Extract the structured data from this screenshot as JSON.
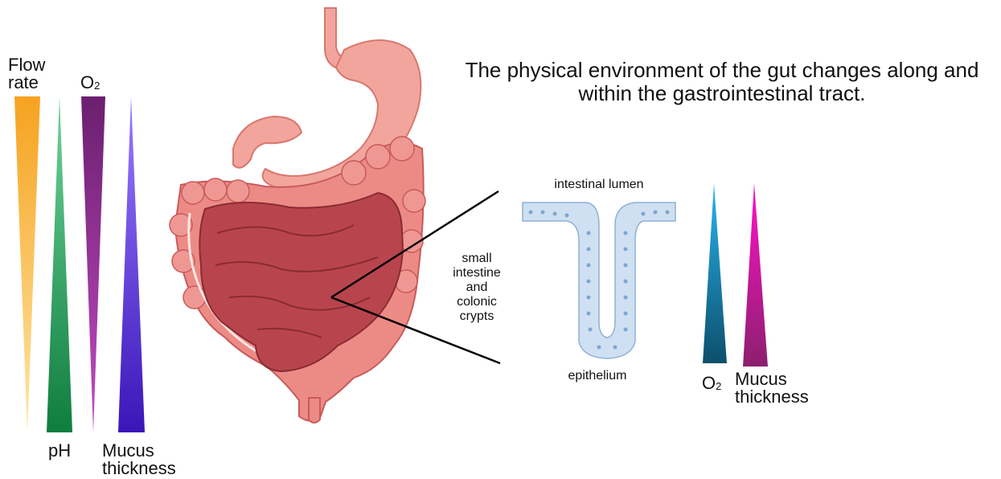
{
  "title": "The physical environment of the gut changes along and within the gastrointestinal tract.",
  "left_gradients": {
    "flow_rate": {
      "label_line1": "Flow",
      "label_line2": "rate",
      "color_top": "#f6a21f",
      "color_bottom": "#ffe7a6"
    },
    "ph": {
      "label": "pH",
      "color_top": "#6fd49b",
      "color_bottom": "#0f7d3e"
    },
    "o2": {
      "label": "O",
      "subscript": "2",
      "color_top": "#6b1f6e",
      "color_bottom": "#c24bc4"
    },
    "mucus": {
      "label_line1": "Mucus",
      "label_line2": "thickness",
      "color_top": "#9a7bff",
      "color_bottom": "#3a16b8"
    }
  },
  "crypt": {
    "lumen_label": "intestinal lumen",
    "epithelium_label": "epithelium",
    "pointer_label_lines": [
      "small",
      "intestine",
      "and",
      "colonic",
      "crypts"
    ],
    "fill_color": "#cfe0f2",
    "stroke_color": "#8fb0d4"
  },
  "right_gradients": {
    "o2": {
      "label": "O",
      "subscript": "2",
      "color_top": "#28b5f0",
      "color_bottom": "#0d4f6b"
    },
    "mucus": {
      "label_line1": "Mucus",
      "label_line2": "thickness",
      "color_top": "#ff12c8",
      "color_bottom": "#8c1f6e"
    }
  },
  "organs": {
    "stomach_color": "#f2a59c",
    "colon_color": "#ec8b86",
    "small_intestine_color": "#b8454d"
  }
}
